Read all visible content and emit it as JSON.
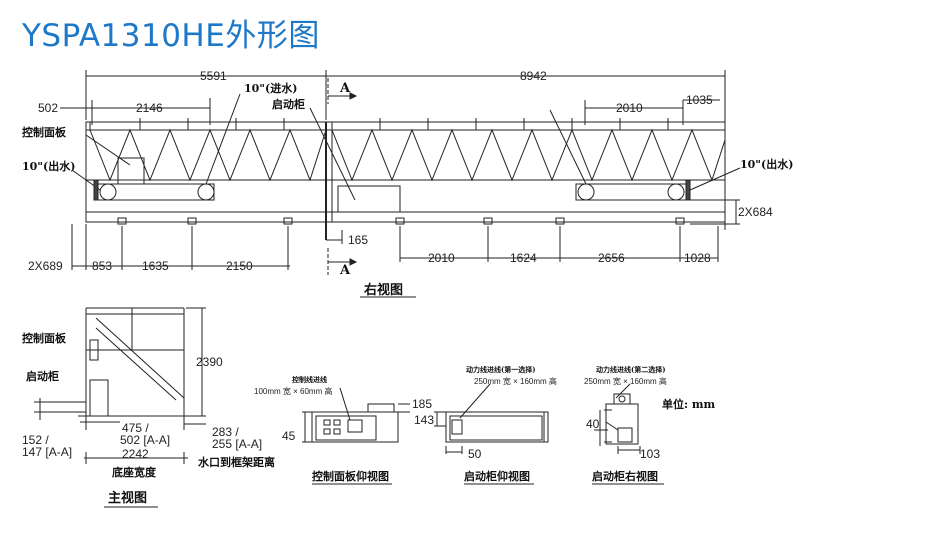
{
  "title": "YSPA1310HE外形图",
  "right_view": {
    "dims_top": [
      "5591",
      "8942"
    ],
    "dim_502": "502",
    "dim_2146": "2146",
    "dim_2010_top": "2010",
    "dim_1035": "1035",
    "label_inlet": "10\"(进水)",
    "label_starter": "启动柜",
    "label_panel": "控制面板",
    "label_outlet_left": "10\"(出水)",
    "label_outlet_right": "10\"(出水)",
    "section_mark": "A",
    "dim_2x684": "2X684",
    "dim_2x689": "2X689",
    "dim_165": "165",
    "dims_bottom_left": [
      "853",
      "1635",
      "2150"
    ],
    "dims_bottom_right": [
      "2010",
      "1624",
      "2656",
      "1028"
    ],
    "view_title": "右视图"
  },
  "main_view": {
    "label_panel": "控制面板",
    "label_starter": "启动柜",
    "dim_2390": "2390",
    "dim_475": "475 /",
    "dim_502": "502 [A-A]",
    "dim_283": "283 /",
    "dim_255": "255 [A-A]",
    "dim_152": "152 /",
    "dim_147": "147 [A-A]",
    "dim_2242": "2242",
    "label_base_width": "底座宽度",
    "label_water_dist": "水口到框架距离",
    "view_title": "主视图"
  },
  "panel_view": {
    "label_wiring": "控制线进线",
    "label_size": "100mm 宽 × 60mm 高",
    "dim_185": "185",
    "dim_45": "45",
    "view_title": "控制面板仰视图"
  },
  "starter_view": {
    "label_power": "动力线进线(第一选择)",
    "label_size": "250mm 宽 × 160mm 高",
    "dim_143": "143",
    "dim_50": "50",
    "view_title": "启动柜仰视图"
  },
  "starter_right_view": {
    "label_power": "动力线进线(第二选择)",
    "label_size": "250mm 宽 × 160mm 高",
    "unit": "单位: mm",
    "dim_40": "40",
    "dim_103": "103",
    "view_title": "启动柜右视图"
  }
}
